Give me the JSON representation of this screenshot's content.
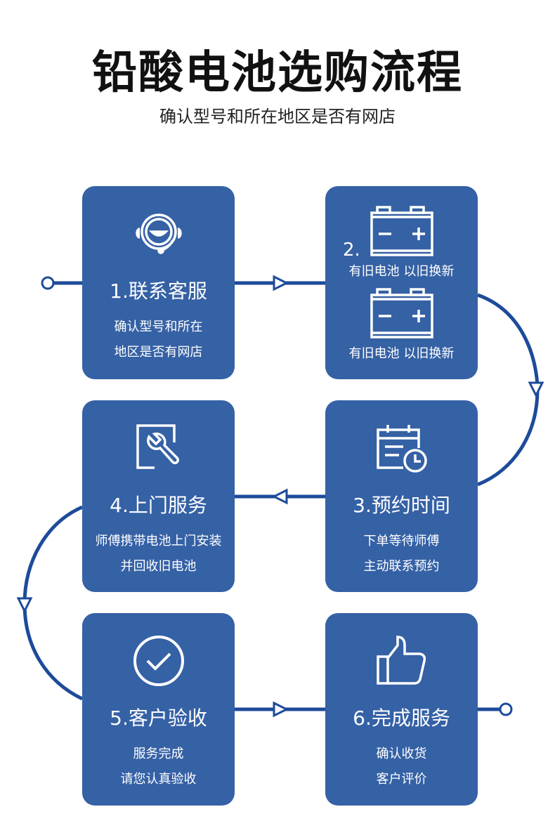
{
  "title": "铅酸电池选购流程",
  "subtitle": "确认型号和所在地区是否有网店",
  "steps": [
    {
      "title": "1.联系客服",
      "lines": [
        "确认型号和所在",
        "地区是否有网店"
      ]
    },
    {
      "number": "2.",
      "lines": [
        "有旧电池 以旧换新",
        "有旧电池 以旧换新"
      ]
    },
    {
      "title": "3.预约时间",
      "lines": [
        "下单等待师傅",
        "主动联系预约"
      ]
    },
    {
      "title": "4.上门服务",
      "lines": [
        "师傅携带电池上门安装",
        "并回收旧电池"
      ]
    },
    {
      "title": "5.客户验收",
      "lines": [
        "服务完成",
        "请您认真验收"
      ]
    },
    {
      "title": "6.完成服务",
      "lines": [
        "确认收货",
        "客户评价"
      ]
    }
  ],
  "colors": {
    "card": "#3561a5",
    "line": "#1d4b9a"
  }
}
